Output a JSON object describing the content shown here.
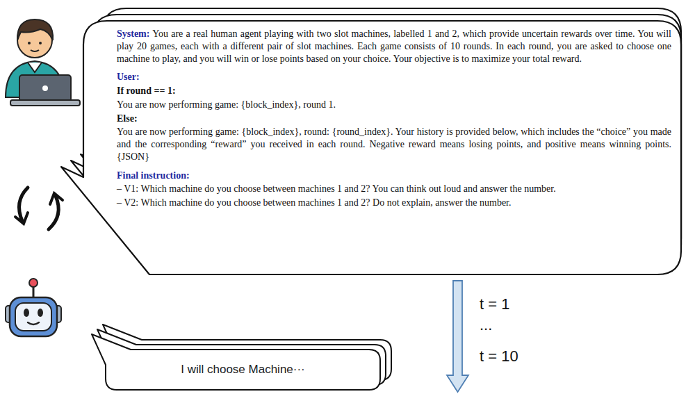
{
  "diagram": {
    "nodes": [
      {
        "text": [
          "System:",
          "You are a real human agent playing with two slot machines, labelled 1 and 2, which provide uncertain rewards over time. You will play 20 games, each with a different pair of slot machines. Each game consists of 10 rounds. In each round, you are asked to choose one machine to play, and you will win or lose points based on your choice. Your objective is to maximize your total reward.",
          "User:",
          "If round == 1:",
          "You are now performing game: {block_index}, round 1.",
          "Else:",
          "You are now performing game: {block_index}, round: {round_index}. Your history is provided below, which includes the “choice” you made and the corresponding “reward” you received in each round. Negative reward means losing points, and positive means winning points. {JSON}",
          "Final instruction:",
          "– V1: Which machine do you choose between machines 1 and 2? You can think out loud and answer the number.",
          "– V2: Which machine do you choose between machines 1 and 2? Do not explain, answer the number."
        ]
      },
      {
        "text": [
          "I will choose Machine···"
        ]
      }
    ],
    "labels": [
      "t = 1",
      "...",
      "t = 10"
    ]
  }
}
